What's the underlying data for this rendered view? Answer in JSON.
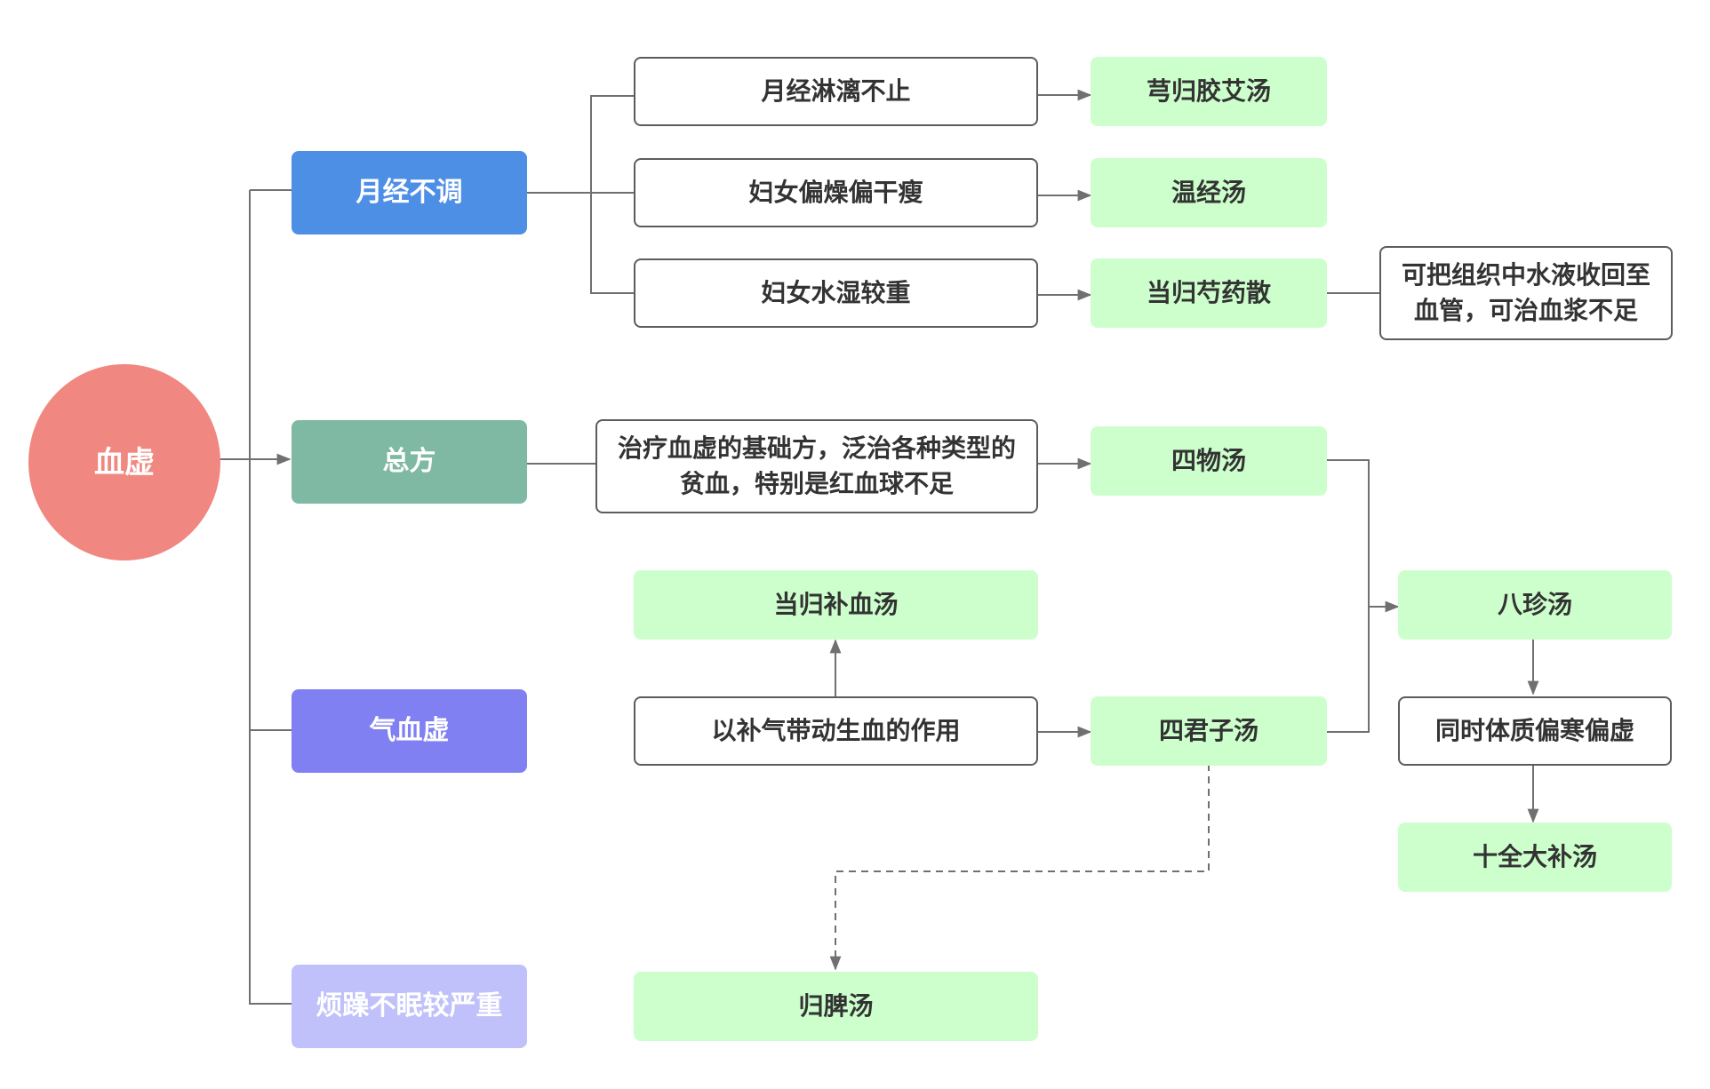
{
  "colors": {
    "root": "#f08780",
    "cat_period": "#4e8fe6",
    "cat_general": "#7fb9a3",
    "cat_qi": "#8080f3",
    "cat_irritable": "#c0c0fb",
    "remedy": "#ccffcc",
    "line": "#707070"
  },
  "root": {
    "label": "血虚"
  },
  "categories": {
    "irregular_period": "月经不调",
    "general_formula": "总方",
    "qi_blood_deficiency": "气血虚",
    "irritable_insomnia": "烦躁不眠较严重"
  },
  "conditions": {
    "menstrual_dripping": "月经淋漓不止",
    "dry_thin_women": "妇女偏燥偏干瘦",
    "damp_women": "妇女水湿较重",
    "base_formula_desc": "治疗血虚的基础方，泛治各种类型的贫血，特别是红血球不足",
    "qi_generates_blood": "以补气带动生血的作用",
    "plasma_note": "可把组织中水液收回至血管，可治血浆不足",
    "cold_constitution": "同时体质偏寒偏虚"
  },
  "remedies": {
    "xiong_gui_jiao_ai": "芎归胶艾汤",
    "wen_jing": "温经汤",
    "dang_gui_shao_yao": "当归芍药散",
    "si_wu": "四物汤",
    "dang_gui_bu_xue": "当归补血汤",
    "si_jun_zi": "四君子汤",
    "ba_zhen": "八珍汤",
    "shi_quan_da_bu": "十全大补汤",
    "gui_pi": "归脾汤"
  }
}
